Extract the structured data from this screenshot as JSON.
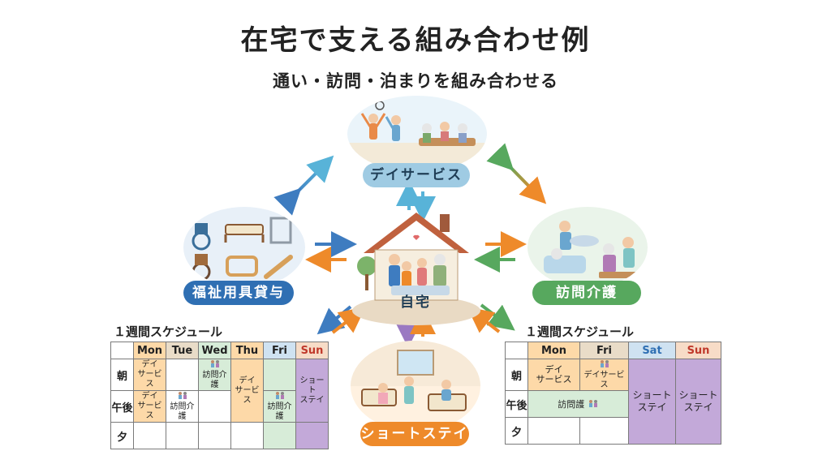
{
  "title": "在宅で支える組み合わせ例",
  "subtitle": "通い・訪問・泊まりを組み合わせる",
  "center": {
    "label": "自宅"
  },
  "services": {
    "day": "デイサービス",
    "welfare": "福祉用具貸与",
    "visit": "訪問介護",
    "short": "ショートステイ"
  },
  "colors": {
    "day": "#9fcbe3",
    "welfare": "#2f6fb3",
    "visit": "#57a85e",
    "short": "#ee8a2a",
    "arrow_blue": "#3e7cc0",
    "arrow_orange": "#ee8a2a",
    "arrow_green": "#57a85e",
    "arrow_purple": "#9a79c2",
    "arrow_teal": "#58b3d8"
  },
  "schedule_left": {
    "title": "１週間スケジュール",
    "days": [
      "Mon",
      "Tue",
      "Wed",
      "Thu",
      "Fri",
      "Sun"
    ],
    "rows": [
      "朝",
      "午後",
      "夕"
    ],
    "cells": {
      "mon_am": "デイ\nサービス",
      "mon_pm": "デイ\nサービス",
      "wed_am": "訪問介護",
      "tue_pm": "訪問介護",
      "thu": "デイ\nサービス",
      "fri_pm": "訪問介護",
      "sun": "ショート\nステイ"
    }
  },
  "schedule_right": {
    "title": "１週間スケジュール",
    "days": [
      "Mon",
      "Fri",
      "Sat",
      "Sun"
    ],
    "rows": [
      "朝",
      "午後",
      "夕"
    ],
    "cells": {
      "mon_am": "デイ\nサービス",
      "fri_am": "デイサービス",
      "pm": "訪問護",
      "sat": "ショート\nステイ",
      "sun": "ショート\nステイ"
    }
  }
}
